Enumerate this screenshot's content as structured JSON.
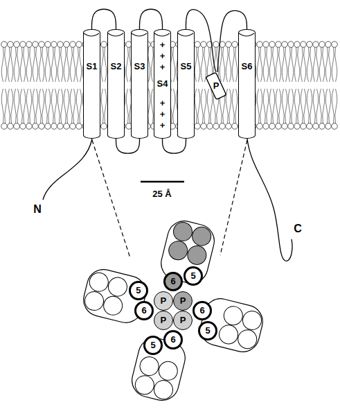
{
  "diagram": {
    "nodes": [
      {
        "text": [
          "S1"
        ]
      },
      {
        "text": [
          "S2"
        ]
      },
      {
        "text": [
          "S3"
        ]
      },
      {
        "text": [
          "S4"
        ]
      },
      {
        "text": [
          "S5"
        ]
      },
      {
        "text": [
          "P"
        ]
      },
      {
        "text": [
          "S6"
        ]
      },
      {
        "text": [
          "5"
        ]
      },
      {
        "text": [
          "6"
        ]
      },
      {
        "text": [
          "5"
        ]
      },
      {
        "text": [
          "P"
        ]
      },
      {
        "text": [
          "P"
        ]
      },
      {
        "text": [
          "6"
        ]
      },
      {
        "text": [
          "6"
        ]
      },
      {
        "text": [
          "P"
        ]
      },
      {
        "text": [
          "P"
        ]
      },
      {
        "text": [
          "5"
        ]
      },
      {
        "text": [
          "6"
        ]
      },
      {
        "text": [
          "5"
        ]
      }
    ],
    "edges": [
      {
        "from": 0,
        "to": 1,
        "arrow": "none"
      },
      {
        "from": 1,
        "to": 2,
        "arrow": "none"
      },
      {
        "from": 2,
        "to": 3,
        "arrow": "none"
      },
      {
        "from": 3,
        "to": 4,
        "arrow": "none"
      },
      {
        "from": 4,
        "to": 5,
        "arrow": "none"
      },
      {
        "from": 5,
        "to": 6,
        "arrow": "none"
      }
    ],
    "labels": [
      "+",
      "+",
      "+",
      "+",
      "+",
      "+",
      "25 Å",
      "N",
      "C"
    ]
  }
}
